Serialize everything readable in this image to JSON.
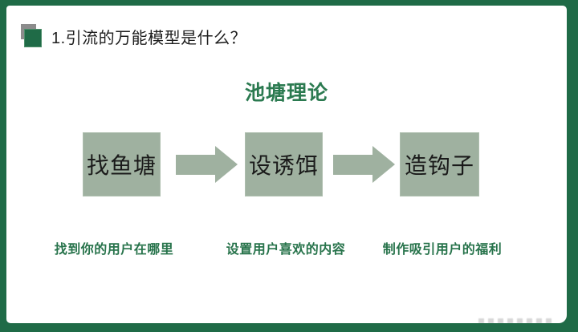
{
  "slide": {
    "title": "1.引流的万能模型是什么？",
    "heading": "池塘理论",
    "steps": [
      {
        "box": "找鱼塘",
        "caption": "找到你的用户在哪里"
      },
      {
        "box": "设诱饵",
        "caption": "设置用户喜欢的内容"
      },
      {
        "box": "造钩子",
        "caption": "制作吸引用户的福利"
      }
    ],
    "colors": {
      "frame_green": "#1F6B47",
      "sage": "#9FB1A0",
      "heading_green": "#2B7A50",
      "caption_green": "#27734B",
      "title_black": "#1E1E1E",
      "box_text": "#1A1A1A",
      "icon_gray": "#8C8C8C"
    }
  }
}
